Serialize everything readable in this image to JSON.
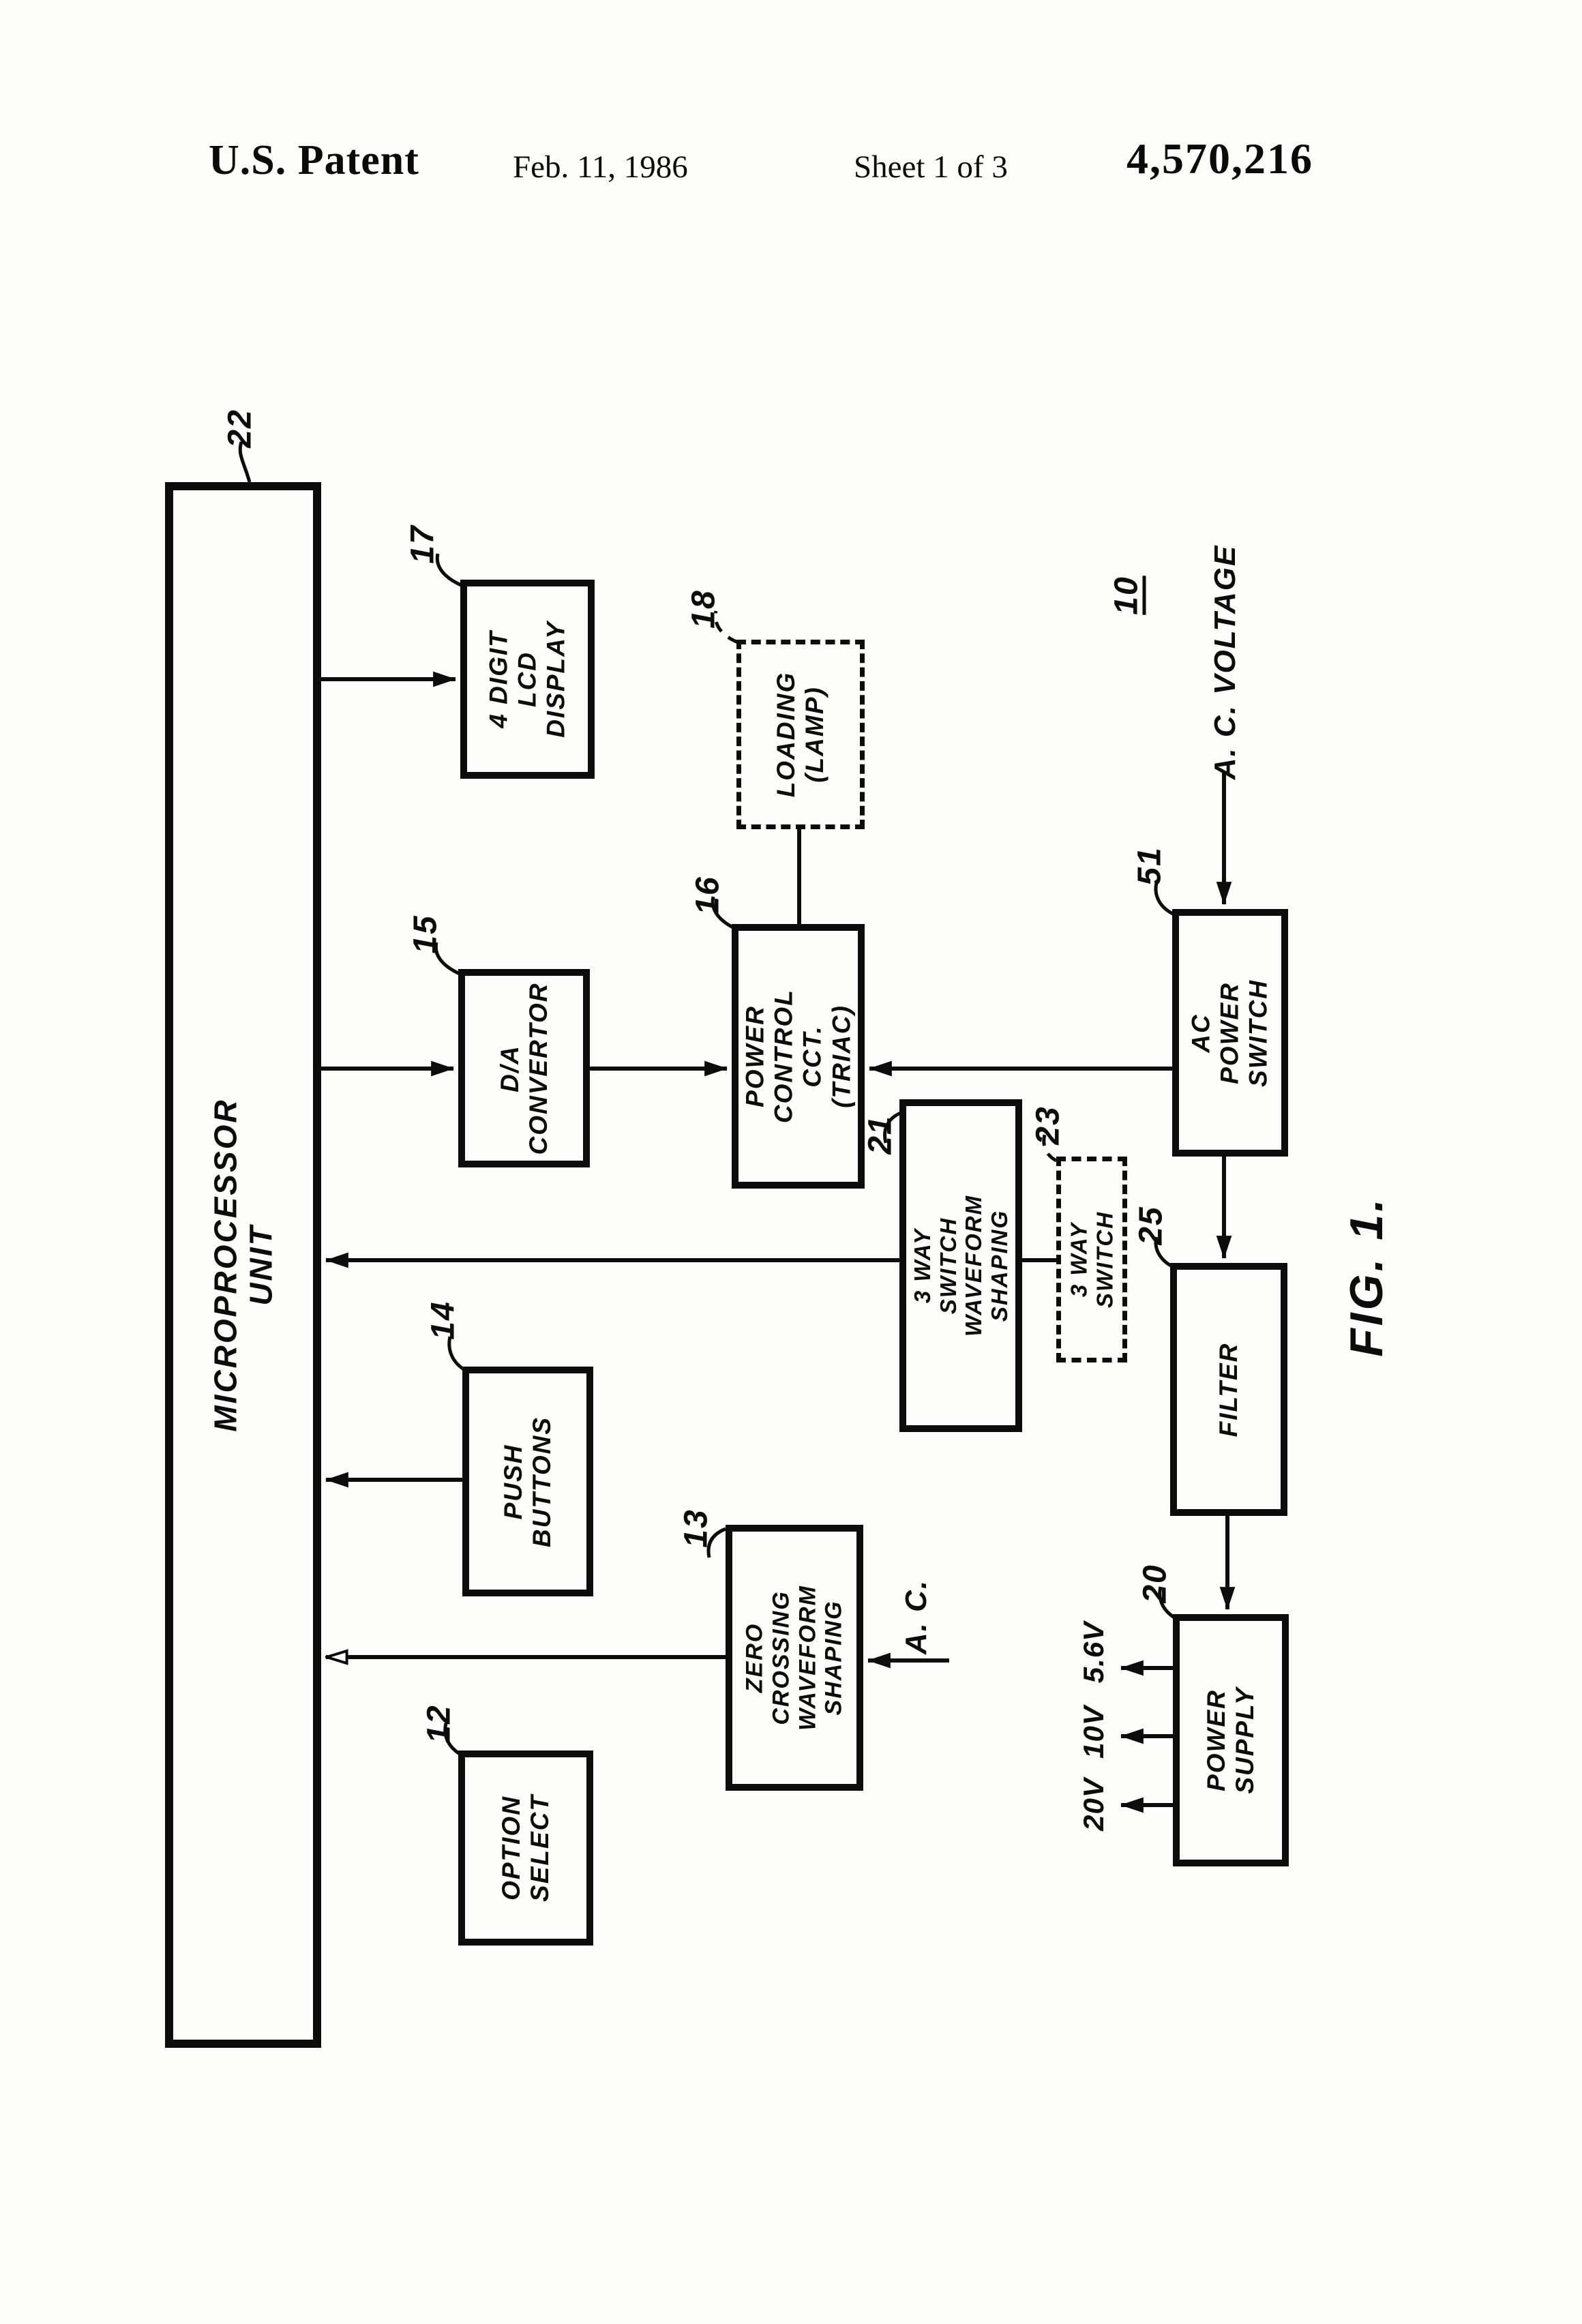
{
  "header": {
    "title": "U.S. Patent",
    "date": "Feb. 11, 1986",
    "sheet": "Sheet 1 of 3",
    "patent_number": "4,570,216"
  },
  "figure": {
    "label": "FIG. 1.",
    "system_ref": "10"
  },
  "blocks": {
    "mpu": {
      "label": "MICROPROCESSOR UNIT",
      "ref": "22"
    },
    "lcd": {
      "label": "4 DIGIT\nLCD DISPLAY",
      "ref": "17"
    },
    "loading": {
      "label": "LOADING\n(LAMP)",
      "ref": "18"
    },
    "dac": {
      "label": "D/A\nCONVERTOR",
      "ref": "15"
    },
    "pcc": {
      "label": "POWER\nCONTROL CCT.\n(TRIAC)",
      "ref": "16"
    },
    "acps": {
      "label": "AC POWER\nSWITCH",
      "ref": "51"
    },
    "ws3": {
      "label": "3 WAY SWITCH\nWAVEFORM SHAPING",
      "ref": "21"
    },
    "sw3": {
      "label": "3 WAY SWITCH",
      "ref": "23"
    },
    "filter": {
      "label": "FILTER",
      "ref": "25"
    },
    "push": {
      "label": "PUSH\nBUTTONS",
      "ref": "14"
    },
    "zcross": {
      "label": "ZERO CROSSING\nWAVEFORM\nSHAPING",
      "ref": "13"
    },
    "option": {
      "label": "OPTION\nSELECT",
      "ref": "12"
    },
    "psupply": {
      "label": "POWER SUPPLY",
      "ref": "20"
    }
  },
  "annotations": {
    "ac_voltage": "A. C. VOLTAGE",
    "ac_input": "A. C.",
    "supply_v1": "5.6V",
    "supply_v2": "10V",
    "supply_v3": "20V"
  },
  "colors": {
    "ink": "#0c0c0c",
    "paper": "#fdfdfb"
  }
}
